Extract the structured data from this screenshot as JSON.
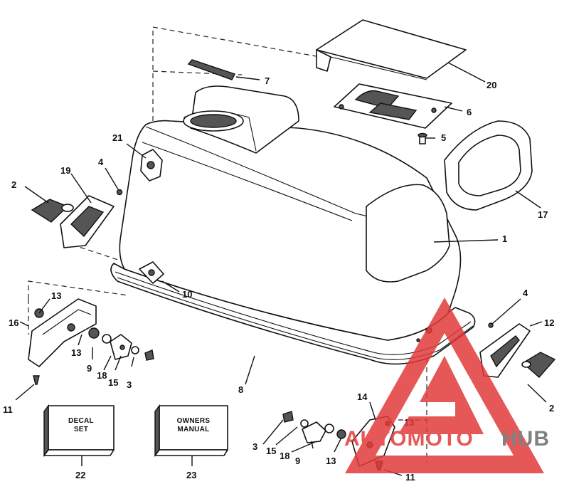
{
  "callouts": [
    {
      "id": "1",
      "label": "1"
    },
    {
      "id": "2a",
      "label": "2"
    },
    {
      "id": "2b",
      "label": "2"
    },
    {
      "id": "3a",
      "label": "3"
    },
    {
      "id": "3b",
      "label": "3"
    },
    {
      "id": "4a",
      "label": "4"
    },
    {
      "id": "4b",
      "label": "4"
    },
    {
      "id": "5",
      "label": "5"
    },
    {
      "id": "6",
      "label": "6"
    },
    {
      "id": "7",
      "label": "7"
    },
    {
      "id": "8",
      "label": "8"
    },
    {
      "id": "9a",
      "label": "9"
    },
    {
      "id": "9b",
      "label": "9"
    },
    {
      "id": "10",
      "label": "10"
    },
    {
      "id": "11a",
      "label": "11"
    },
    {
      "id": "11b",
      "label": "11"
    },
    {
      "id": "12",
      "label": "12"
    },
    {
      "id": "13a",
      "label": "13"
    },
    {
      "id": "13b",
      "label": "13"
    },
    {
      "id": "13c",
      "label": "13"
    },
    {
      "id": "13d",
      "label": "13"
    },
    {
      "id": "14",
      "label": "14"
    },
    {
      "id": "15a",
      "label": "15"
    },
    {
      "id": "15b",
      "label": "15"
    },
    {
      "id": "16",
      "label": "16"
    },
    {
      "id": "17",
      "label": "17"
    },
    {
      "id": "18a",
      "label": "18"
    },
    {
      "id": "18b",
      "label": "18"
    },
    {
      "id": "19",
      "label": "19"
    },
    {
      "id": "20",
      "label": "20"
    },
    {
      "id": "21",
      "label": "21"
    },
    {
      "id": "22",
      "label": "22"
    },
    {
      "id": "23",
      "label": "23"
    }
  ],
  "boxes": {
    "decal": {
      "line1": "DECAL",
      "line2": "SET"
    },
    "manual": {
      "line1": "OWNERS",
      "line2": "MANUAL"
    }
  },
  "watermark": {
    "part1": "AUTOMOTO",
    "part2": "HUB",
    "colors": {
      "red": "#e23b3b",
      "gray": "#6b6b6b"
    }
  }
}
